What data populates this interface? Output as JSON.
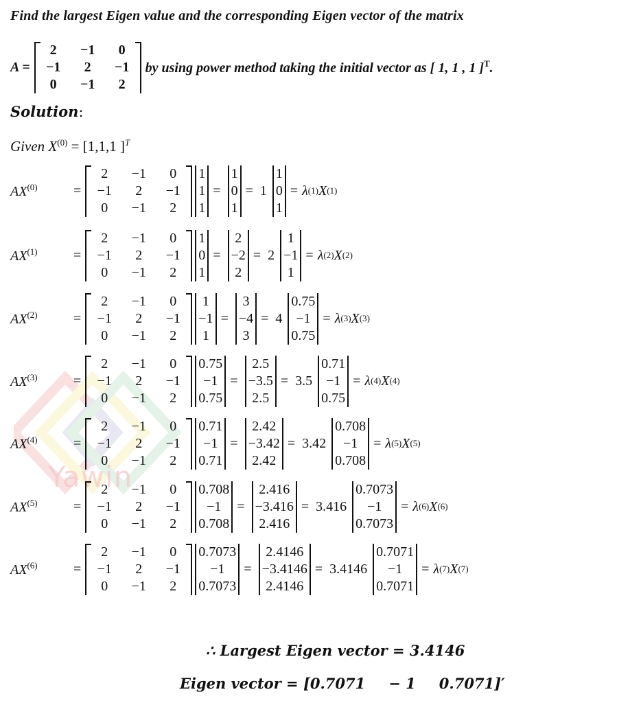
{
  "problem": {
    "title": "Find the largest Eigen value and the corresponding Eigen vector of the matrix",
    "matrix_label": "A =",
    "matrix_A": [
      [
        "2",
        "−1",
        "0"
      ],
      [
        "−1",
        "2",
        "−1"
      ],
      [
        "0",
        "−1",
        "2"
      ]
    ],
    "tail": "by using  power method taking the initial vector as [ 1, 1 , 1 ]",
    "tail_sup": "T",
    "tail_end": "."
  },
  "solution": {
    "heading": "Solution",
    "heading_colon": ":",
    "given_prefix": "Given  X",
    "given_sup": "(0)",
    "given_rest": " = [1,1,1 ]",
    "given_T": "T"
  },
  "iterations": [
    {
      "lhs": "AX",
      "lhs_sup": "(0)",
      "x": [
        "1",
        "1",
        "1"
      ],
      "product": [
        "1",
        "0",
        "1"
      ],
      "scalar": "1",
      "normalized": [
        "1",
        "0",
        "1"
      ],
      "lambda_sup": "(1)",
      "x_sup": "(1)"
    },
    {
      "lhs": "AX",
      "lhs_sup": "(1)",
      "x": [
        "1",
        "0",
        "1"
      ],
      "product": [
        "2",
        "−2",
        "2"
      ],
      "scalar": "2",
      "normalized": [
        "1",
        "−1",
        "1"
      ],
      "lambda_sup": "(2)",
      "x_sup": "(2)"
    },
    {
      "lhs": "AX",
      "lhs_sup": "(2)",
      "x": [
        "1",
        "−1",
        "1"
      ],
      "product": [
        "3",
        "−4",
        "3"
      ],
      "scalar": "4",
      "normalized": [
        "0.75",
        "−1",
        "0.75"
      ],
      "lambda_sup": "(3)",
      "x_sup": "(3)"
    },
    {
      "lhs": "AX",
      "lhs_sup": "(3)",
      "x": [
        "0.75",
        "−1",
        "0.75"
      ],
      "product": [
        "2.5",
        "−3.5",
        "2.5"
      ],
      "scalar": "3.5",
      "normalized": [
        "0.71",
        "−1",
        "0.75"
      ],
      "lambda_sup": "(4)",
      "x_sup": "(4)"
    },
    {
      "lhs": "AX",
      "lhs_sup": "(4)",
      "x": [
        "0.71",
        "−1",
        "0.71"
      ],
      "product": [
        "2.42",
        "−3.42",
        "2.42"
      ],
      "scalar": "3.42",
      "normalized": [
        "0.708",
        "−1",
        "0.708"
      ],
      "lambda_sup": "(5)",
      "x_sup": "(5)"
    },
    {
      "lhs": "AX",
      "lhs_sup": "(5)",
      "x": [
        "0.708",
        "−1",
        "0.708"
      ],
      "product": [
        "2.416",
        "−3.416",
        "2.416"
      ],
      "scalar": "3.416",
      "normalized": [
        "0.7073",
        "−1",
        "0.7073"
      ],
      "lambda_sup": "(6)",
      "x_sup": "(6)"
    },
    {
      "lhs": "AX",
      "lhs_sup": "(6)",
      "x": [
        "0.7073",
        "−1",
        "0.7073"
      ],
      "product": [
        "2.4146",
        "−3.4146",
        "2.4146"
      ],
      "scalar": "3.4146",
      "normalized": [
        "0.7071",
        "−1",
        "0.7071"
      ],
      "lambda_sup": "(7)",
      "x_sup": "(7)"
    }
  ],
  "matrix_A_plain": [
    [
      "2",
      "−1",
      "0"
    ],
    [
      "−1",
      "2",
      "−1"
    ],
    [
      "0",
      "−1",
      "2"
    ]
  ],
  "symbols": {
    "equals": "=",
    "lambda": "λ",
    "X": "X"
  },
  "conclusion": {
    "line1": "∴ Largest Eigen vector = 3.4146",
    "line2_prefix": "Eigen vector = [0.7071",
    "line2_mid": "− 1",
    "line2_end": "0.7071]′"
  },
  "watermark": {
    "text": "Yawin",
    "colors": [
      "#f6caca",
      "#fbf3c4",
      "#d6d6ea",
      "#cfe9d6"
    ]
  }
}
